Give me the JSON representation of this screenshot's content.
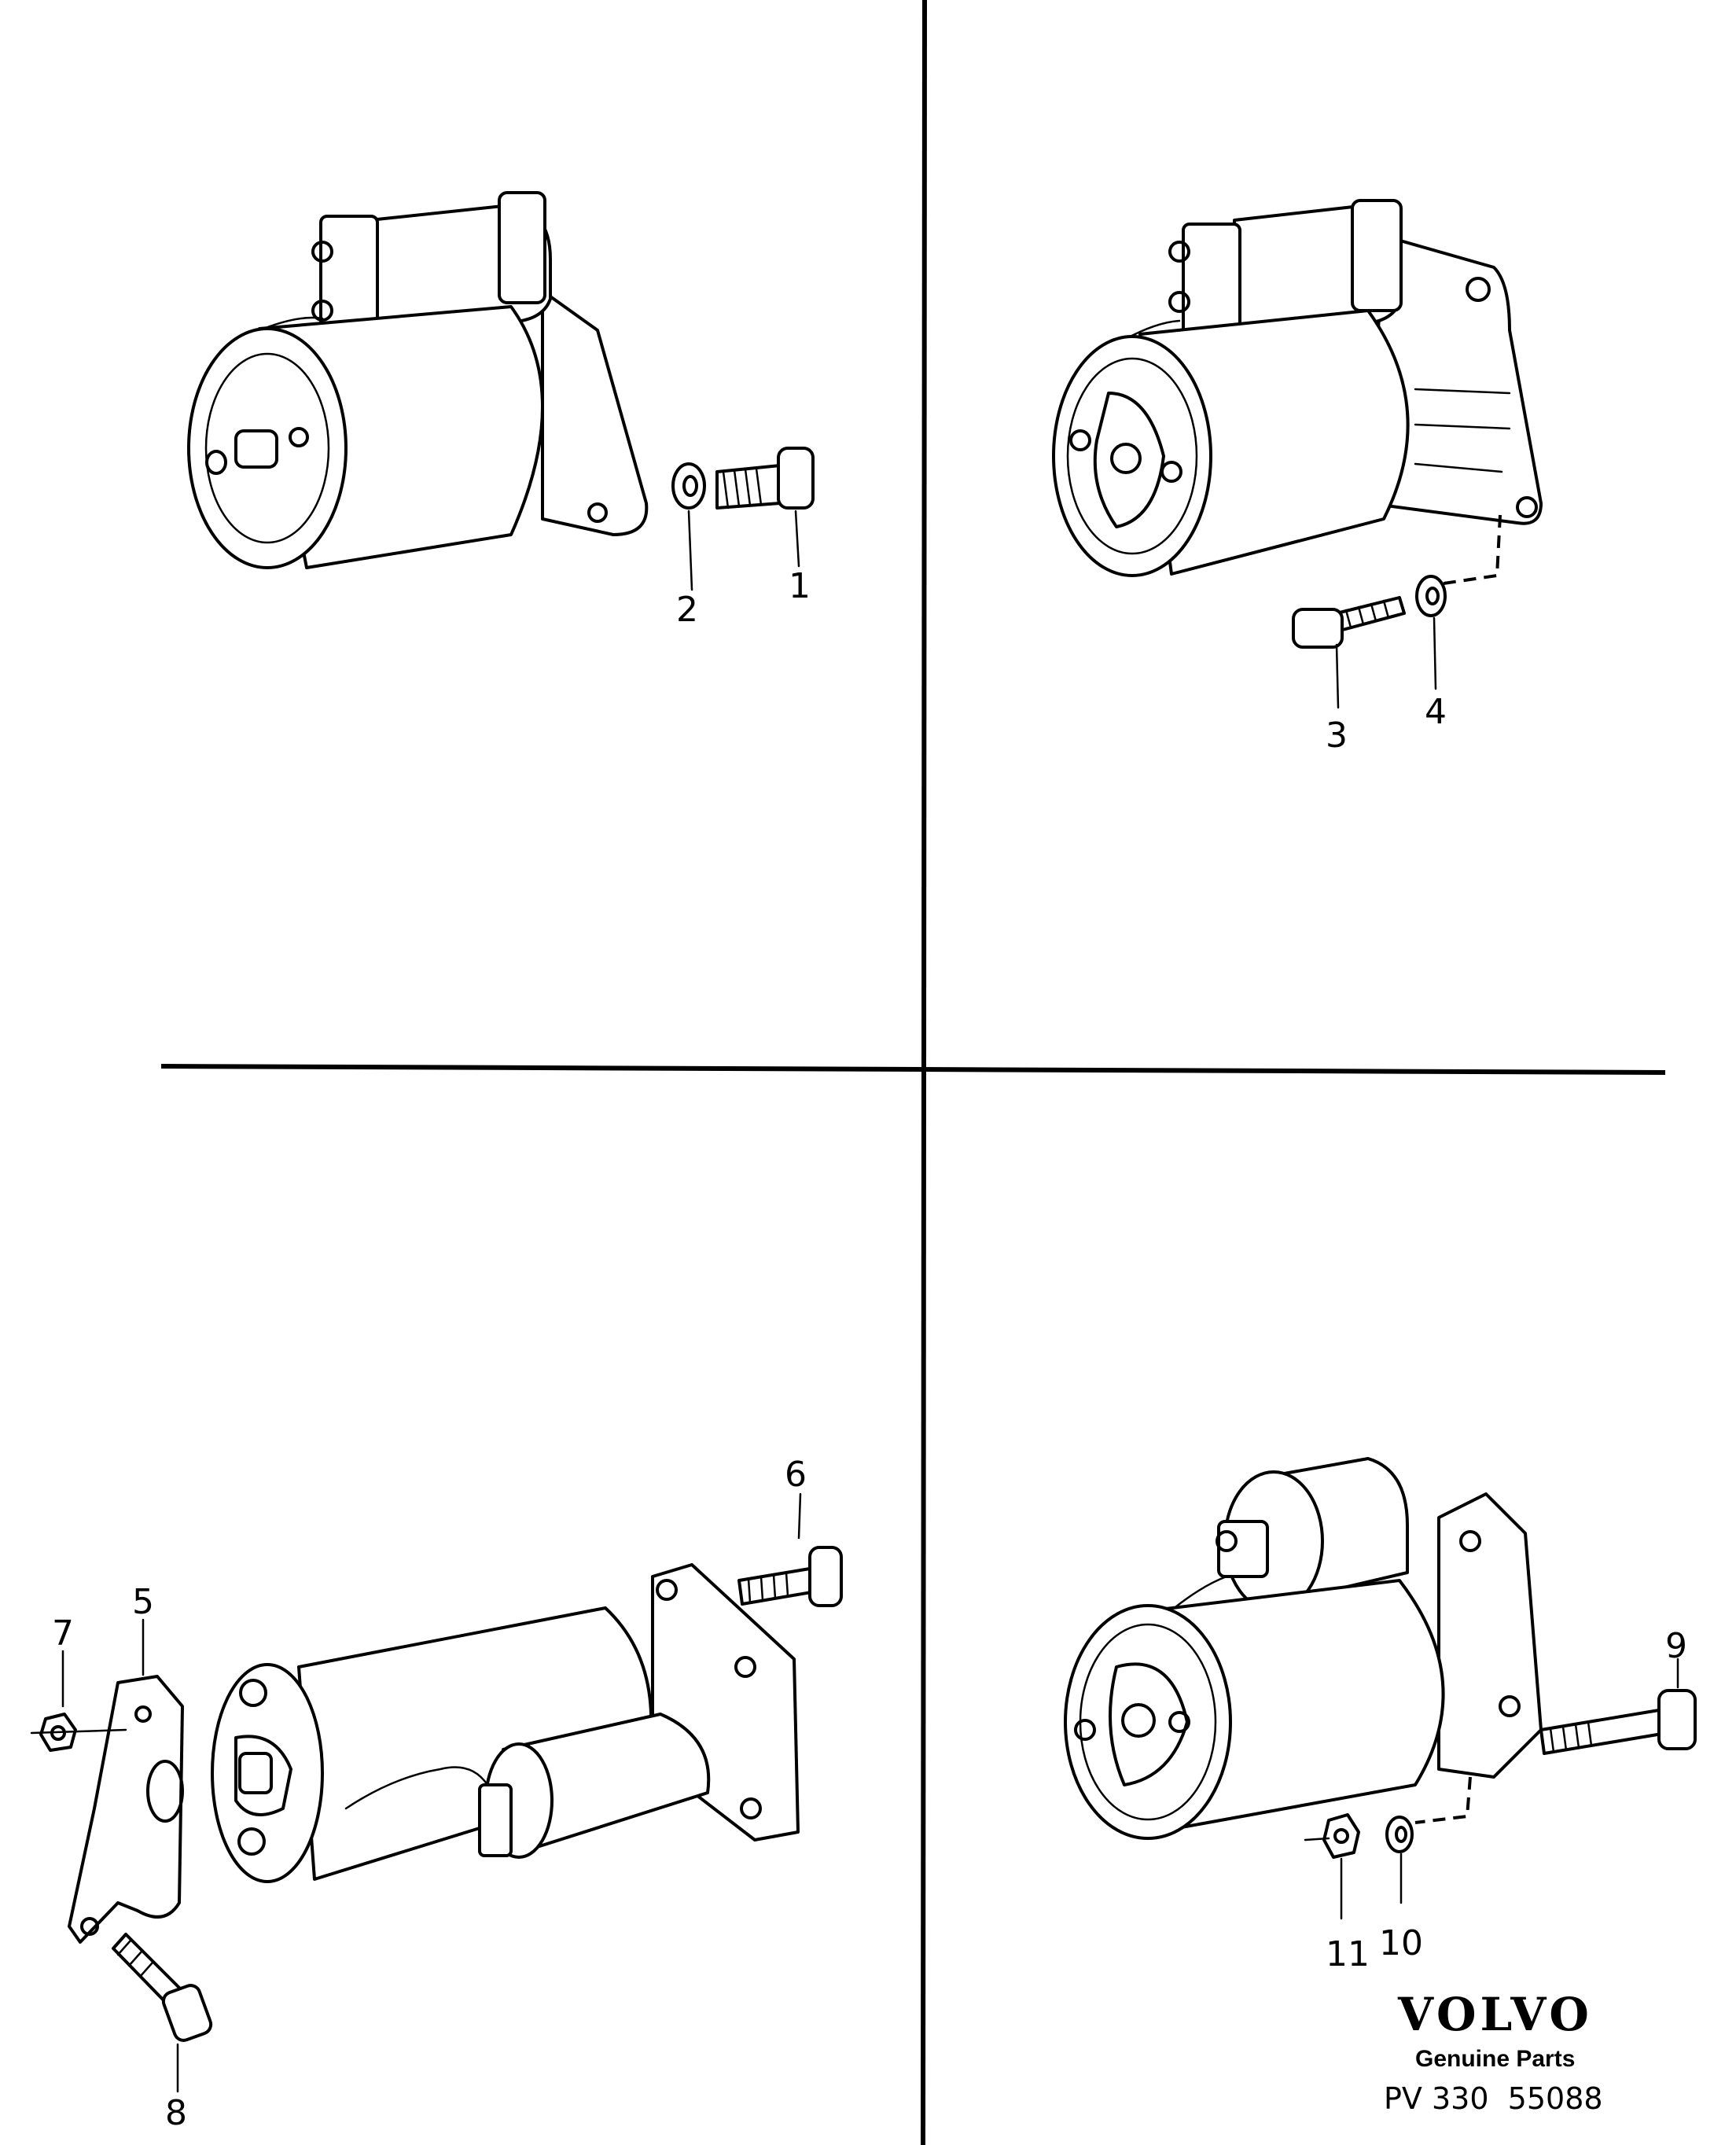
{
  "diagram": {
    "callouts": [
      "1",
      "2",
      "3",
      "4",
      "5",
      "6",
      "7",
      "8",
      "9",
      "10",
      "11"
    ],
    "footer": {
      "brand": "VOLVO",
      "subtitle": "Genuine Parts",
      "reference": "PV 330  55088"
    }
  },
  "colors": {
    "ink": "#000000",
    "paper": "#ffffff"
  }
}
